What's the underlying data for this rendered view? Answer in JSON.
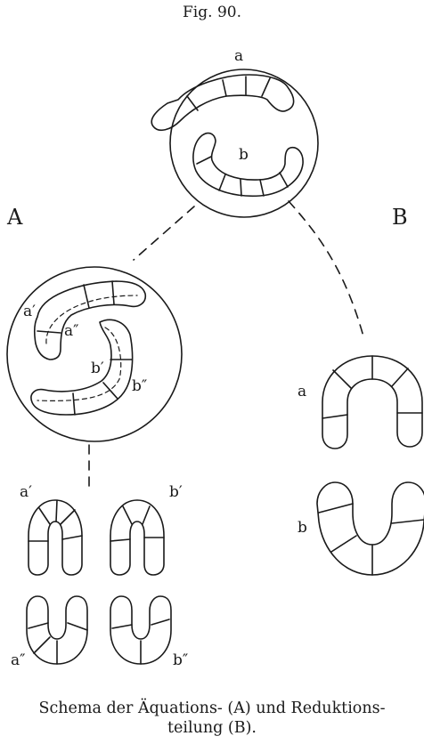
{
  "figure": {
    "fig_number": "Fig. 90.",
    "group_labels": {
      "A": "A",
      "B": "B"
    },
    "top_cell": {
      "chromosome_a": "a",
      "chromosome_b": "b"
    },
    "cell_A": {
      "a_prime": "a′",
      "a_double_prime": "a″",
      "b_prime": "b′",
      "b_double_prime": "b″"
    },
    "A_products": {
      "a_prime": "a′",
      "b_prime": "b′",
      "a_double_prime": "a″",
      "b_double_prime": "b″"
    },
    "B_products": {
      "a": "a",
      "b": "b"
    },
    "caption_line1": "Schema der Äquations- (A) und Reduktions-",
    "caption_line2": "teilung (B)."
  }
}
